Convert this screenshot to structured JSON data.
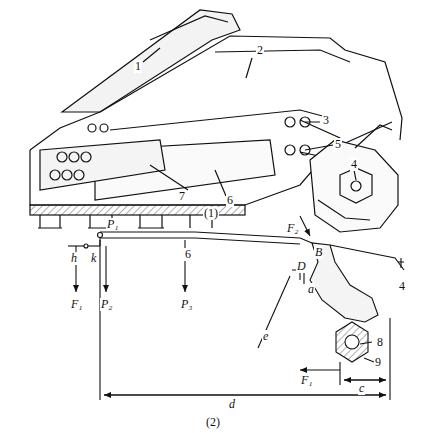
{
  "diagram": {
    "labels": [
      "1",
      "2",
      "3",
      "4",
      "5",
      "6",
      "7",
      "(1)",
      "P₁",
      "F₂",
      "B",
      "D",
      "a",
      "6",
      "h",
      "k",
      "F₁",
      "P₂",
      "P₃",
      "e",
      "8",
      "9",
      "4",
      "F₁",
      "c",
      "d",
      "(2)"
    ]
  }
}
